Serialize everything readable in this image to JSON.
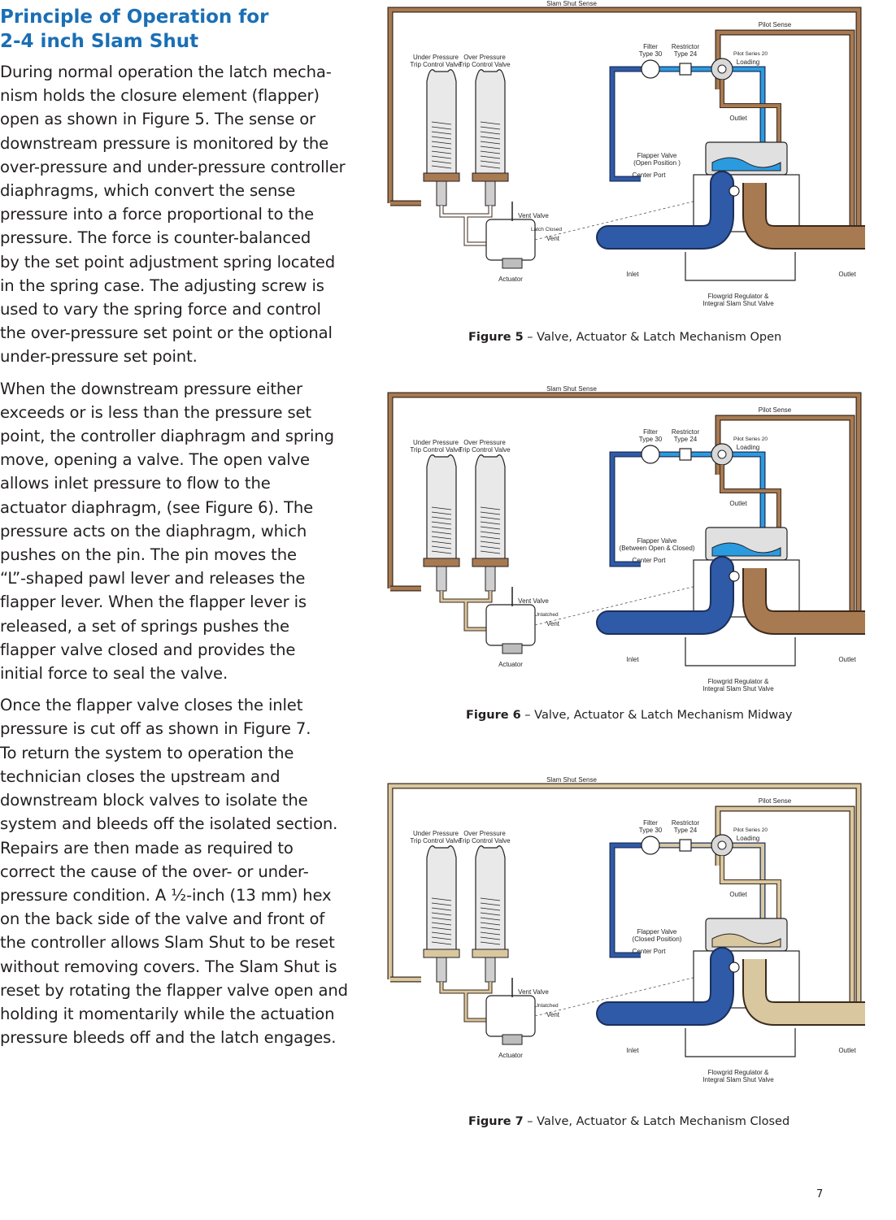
{
  "heading": {
    "line1": "Principle of Operation for",
    "line2": "2-4 inch Slam Shut"
  },
  "body": {
    "paragraphs": [
      [
        "During normal operation the latch mecha-",
        "nism holds the closure element (flapper)",
        "open as shown in Figure 5. The sense or",
        "downstream pressure is monitored by the",
        "over-pressure and under-pressure controller",
        "diaphragms, which convert the sense",
        "pressure into a force proportional to the",
        "pressure. The force is counter-balanced",
        "by the set point adjustment spring located",
        "in the spring case. The adjusting screw is",
        "used to vary the spring force and control",
        "the over-pressure set point or the optional",
        "under-pressure set point."
      ],
      [
        "When the downstream pressure either",
        "exceeds or is less than the pressure set",
        "point, the controller diaphragm and spring",
        "move, opening a valve. The open valve",
        "allows inlet pressure to flow to the",
        "actuator diaphragm, (see Figure 6). The",
        "pressure acts on the diaphragm, which",
        "pushes on the pin. The pin moves the",
        "“L”-shaped pawl lever and releases the",
        "flapper lever. When the flapper lever is",
        "released, a set of springs pushes the",
        "flapper valve closed and provides the",
        "initial force to seal the valve."
      ],
      [
        "Once the flapper valve closes the inlet",
        "pressure is cut off as shown in Figure 7.",
        "To return the system to operation the",
        "technician closes the upstream and",
        "downstream block valves to isolate the",
        "system and bleeds off the isolated section.",
        "Repairs are then made as required to",
        "correct the cause of the over- or under-",
        "pressure condition. A ½-inch (13 mm) hex",
        "on the back side of the valve and front of",
        "the controller allows  Slam Shut to be reset",
        "without removing covers. The Slam Shut is",
        "reset by rotating the flapper valve open and",
        "holding it momentarily while the actuation",
        "pressure bleeds off and the latch engages."
      ]
    ]
  },
  "figures": [
    {
      "caption_label": "Figure 5",
      "caption_text": " –  Valve, Actuator & Latch Mechanism Open",
      "labels": {
        "slam_shut_sense": "Slam Shut Sense",
        "pilot_sense": "Pilot Sense",
        "under_pressure": "Under Pressure",
        "under_pressure_2": "Trip Control Valve",
        "over_pressure": "Over Pressure",
        "over_pressure_2": "Trip Control Valve",
        "filter": "Filter",
        "filter_2": "Type 30",
        "restrictor": "Restrictor",
        "restrictor_2": "Type 24",
        "pilot_series": "Pilot Series 20",
        "loading": "Loading",
        "outlet_pilot": "Outlet",
        "flapper": "Flapper Valve",
        "flapper_2": "(Open Position )",
        "center_port": "Center Port",
        "vent_valve": "Vent Valve",
        "latch": "Latch Closed",
        "vent": "Vent",
        "actuator": "Actuator",
        "inlet": "Inlet",
        "outlet": "Outlet",
        "flowgrid": "Flowgrid Regulator &",
        "flowgrid_2": "Integral Slam Shut Valve"
      },
      "colors": {
        "inlet": "#2f5aa8",
        "loading": "#2b9be0",
        "outlet": "#a87a52",
        "sense": "#a87a52",
        "actuator_line": "#ffffff"
      }
    },
    {
      "caption_label": "Figure 6",
      "caption_text": " –  Valve, Actuator & Latch Mechanism Midway",
      "labels": {
        "slam_shut_sense": "Slam Shut Sense",
        "pilot_sense": "Pilot Sense",
        "under_pressure": "Under Pressure",
        "under_pressure_2": "Trip Control Valve",
        "over_pressure": "Over Pressure",
        "over_pressure_2": "Trip Control Valve",
        "filter": "Filter",
        "filter_2": "Type 30",
        "restrictor": "Restrictor",
        "restrictor_2": "Type 24",
        "pilot_series": "Pilot Series 20",
        "loading": "Loading",
        "outlet_pilot": "Outlet",
        "flapper": "Flapper Valve",
        "flapper_2": "(Between Open & Closed)",
        "center_port": "Center Port",
        "vent_valve": "Vent Valve",
        "latch": "Unlatched",
        "vent": "Vent",
        "actuator": "Actuator",
        "inlet": "Inlet",
        "outlet": "Outlet",
        "flowgrid": "Flowgrid Regulator &",
        "flowgrid_2": "Integral Slam Shut Valve"
      },
      "colors": {
        "inlet": "#2f5aa8",
        "loading": "#2b9be0",
        "outlet": "#a87a52",
        "sense": "#a87a52",
        "actuator_line": "#d9c7a0"
      }
    },
    {
      "caption_label": "Figure 7",
      "caption_text": " –  Valve, Actuator & Latch Mechanism Closed",
      "labels": {
        "slam_shut_sense": "Slam Shut Sense",
        "pilot_sense": "Pilot Sense",
        "under_pressure": "Under Pressure",
        "under_pressure_2": "Trip Control Valve",
        "over_pressure": "Over Pressure",
        "over_pressure_2": "Trip Control Valve",
        "filter": "Filter",
        "filter_2": "Type 30",
        "restrictor": "Restrictor",
        "restrictor_2": "Type 24",
        "pilot_series": "Pilot Series 20",
        "loading": "Loading",
        "outlet_pilot": "Outlet",
        "flapper": "Flapper Valve",
        "flapper_2": "(Closed Position)",
        "center_port": "Center Port",
        "vent_valve": "Vent Valve",
        "latch": "Unlatched",
        "vent": "Vent",
        "actuator": "Actuator",
        "inlet": "Inlet",
        "outlet": "Outlet",
        "flowgrid": "Flowgrid Regulator &",
        "flowgrid_2": "Integral Slam Shut Valve"
      },
      "colors": {
        "inlet": "#2f5aa8",
        "loading": "#d9c7a0",
        "outlet": "#d9c7a0",
        "sense": "#d9c7a0",
        "actuator_line": "#d9c7a0"
      }
    }
  ],
  "page_number": "7"
}
